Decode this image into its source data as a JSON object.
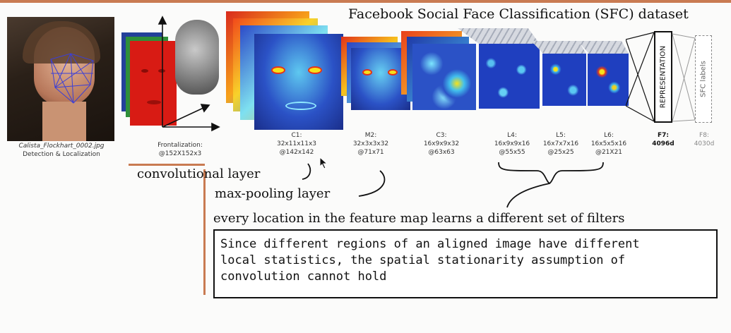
{
  "title": "Facebook Social Face Classification (SFC) dataset",
  "stages": [
    {
      "name": "Calista_Flockhart_0002.jpg",
      "caption": "Detection & Localization"
    },
    {
      "name": "Frontalization:",
      "caption": "@152X152x3"
    },
    {
      "name": "C1:",
      "size": "32x11x11x3",
      "out": "@142x142"
    },
    {
      "name": "M2:",
      "size": "32x3x3x32",
      "out": "@71x71"
    },
    {
      "name": "C3:",
      "size": "16x9x9x32",
      "out": "@63x63"
    },
    {
      "name": "L4:",
      "size": "16x9x9x16",
      "out": "@55x55"
    },
    {
      "name": "L5:",
      "size": "16x7x7x16",
      "out": "@25x25"
    },
    {
      "name": "L6:",
      "size": "16x5x5x16",
      "out": "@21X21"
    },
    {
      "name": "F7:",
      "size": "4096d"
    },
    {
      "name": "F8:",
      "size": "4030d"
    }
  ],
  "representation_label": "REPRESENTATION",
  "sfc_label": "SFC labels",
  "annotations": {
    "conv": "convolutional layer",
    "pool": "max-pooling layer",
    "local": "every location in the feature map learns a different set of filters"
  },
  "box_text": "Since different regions of an aligned image have different\nlocal statistics, the spatial stationarity assumption of\nconvolution cannot hold",
  "colors": {
    "accent_line": "#c97b52",
    "feature_blue": "#2b52c6",
    "frontal_red": "#d81b14"
  }
}
